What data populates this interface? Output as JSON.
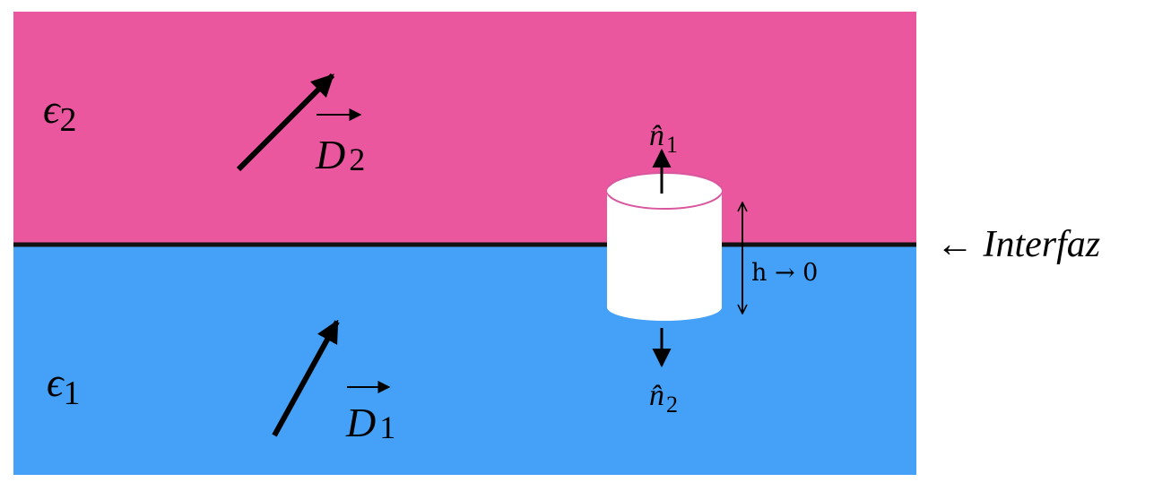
{
  "colors": {
    "upper_medium": "#ea579f",
    "lower_medium": "#44a1f7",
    "interface_line": "#111111",
    "cylinder": "#ffffff",
    "cylinder_rim": "#d9579f",
    "arrow": "#000000"
  },
  "media": {
    "upper": {
      "permittivity_symbol": "ϵ",
      "permittivity_subscript": "2"
    },
    "lower": {
      "permittivity_symbol": "ϵ",
      "permittivity_subscript": "1"
    }
  },
  "vectors": {
    "upper": {
      "symbol": "D",
      "subscript": "2"
    },
    "lower": {
      "symbol": "D",
      "subscript": "1"
    }
  },
  "normals": {
    "top": {
      "symbol": "n̂",
      "subscript": "1"
    },
    "bottom": {
      "symbol": "n̂",
      "subscript": "2"
    }
  },
  "height_label": "h → 0",
  "interface_label": "← Interfaz"
}
